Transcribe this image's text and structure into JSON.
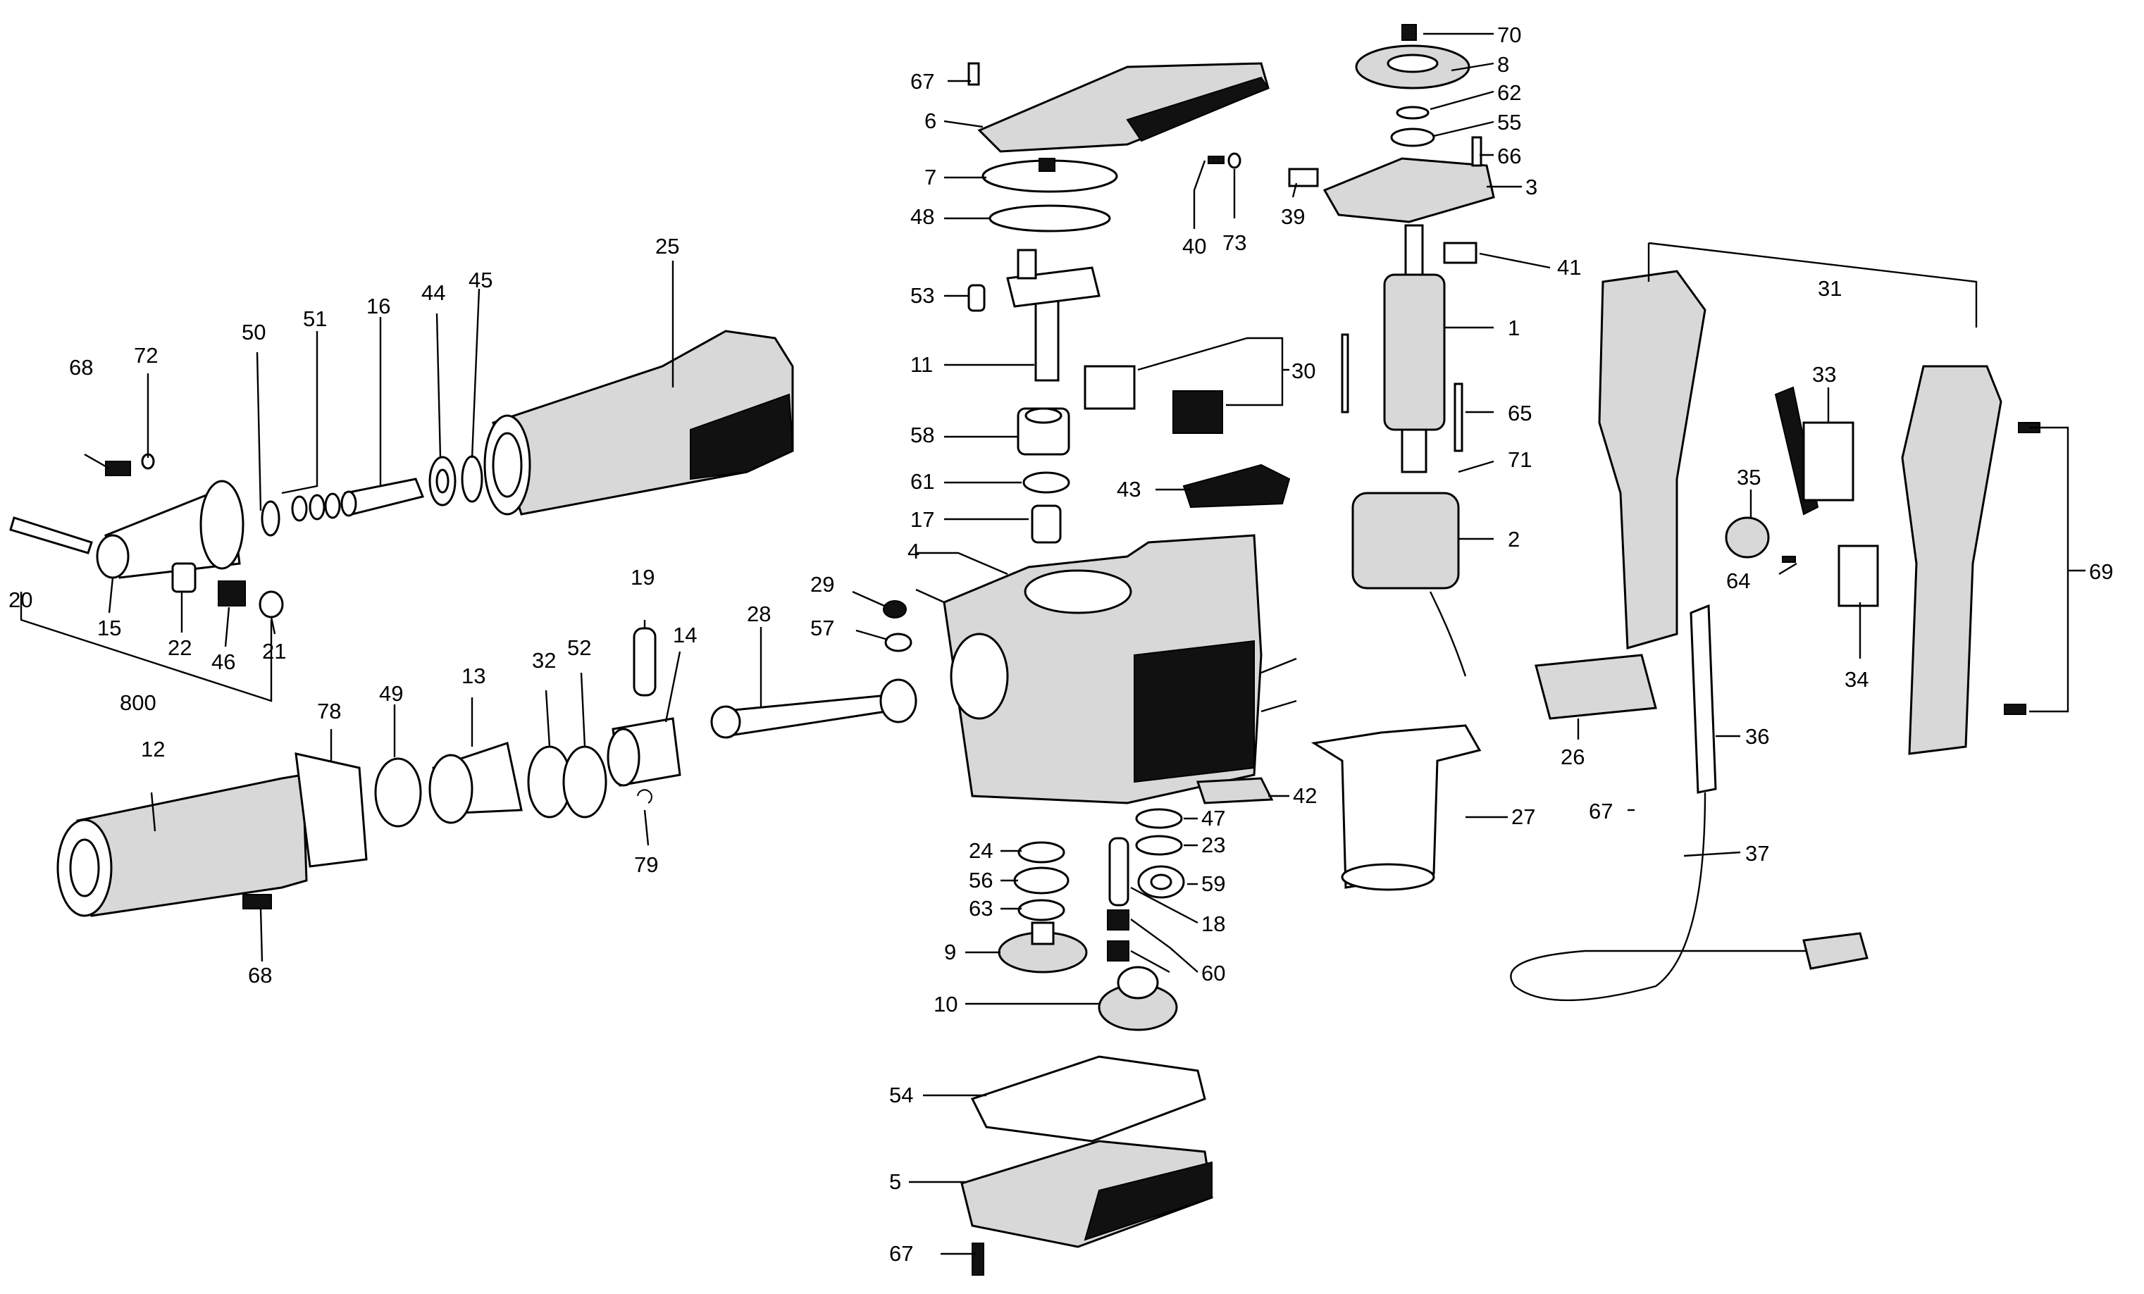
{
  "diagram": {
    "colors": {
      "ink": "#000000",
      "paper": "#ffffff",
      "shade": "#d8d8d8"
    },
    "labels": {
      "p1": "1",
      "p2": "2",
      "p3": "3",
      "p4": "4",
      "p5": "5",
      "p6": "6",
      "p7": "7",
      "p8": "8",
      "p9": "9",
      "p10": "10",
      "p11": "11",
      "p12": "12",
      "p13": "13",
      "p14": "14",
      "p15": "15",
      "p16": "16",
      "p17": "17",
      "p18": "18",
      "p19": "19",
      "p20": "20",
      "p21": "21",
      "p22": "22",
      "p23": "23",
      "p24": "24",
      "p25": "25",
      "p26": "26",
      "p27": "27",
      "p28": "28",
      "p29": "29",
      "p30": "30",
      "p31": "31",
      "p32": "32",
      "p33": "33",
      "p34": "34",
      "p35": "35",
      "p36": "36",
      "p37": "37",
      "p39": "39",
      "p40": "40",
      "p41": "41",
      "p42": "42",
      "p43": "43",
      "p44": "44",
      "p45": "45",
      "p46": "46",
      "p47": "47",
      "p48": "48",
      "p49": "49",
      "p50": "50",
      "p51": "51",
      "p52": "52",
      "p53": "53",
      "p54": "54",
      "p55": "55",
      "p56": "56",
      "p57": "57",
      "p58": "58",
      "p59": "59",
      "p60": "60",
      "p61": "61",
      "p62": "62",
      "p63": "63",
      "p64": "64",
      "p65": "65",
      "p66": "66",
      "p67": "67",
      "p68": "68",
      "p69": "69",
      "p70": "70",
      "p71": "71",
      "p72": "72",
      "p73": "73",
      "p78": "78",
      "p79": "79",
      "p800": "800"
    }
  }
}
